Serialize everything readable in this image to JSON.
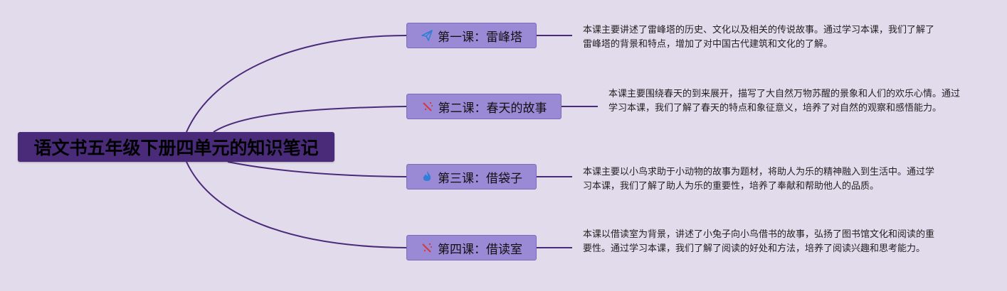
{
  "colors": {
    "background": "#e2dbec",
    "root_fill": "#4a2b7a",
    "node_fill": "#9a8ad6",
    "connector": "#4a2b7a"
  },
  "root": {
    "title": "语文书五年级下册四单元的知识笔记"
  },
  "lessons": [
    {
      "icon": "paper-plane-icon",
      "title": "第一课：雷峰塔",
      "note": "本课主要讲述了雷峰塔的历史、文化以及相关的传说故事。通过学习本课，我们了解了雷峰塔的背景和特点，增加了对中国古代建筑和文化的了解。"
    },
    {
      "icon": "magic-wand-icon",
      "title": "第二课：春天的故事",
      "note": "本课主要围绕春天的到来展开，描写了大自然万物苏醒的景象和人们的欢乐心情。通过学习本课，我们了解了春天的特点和象征意义，培养了对自然的观察和感悟能力。"
    },
    {
      "icon": "flame-icon",
      "title": "第三课：借袋子",
      "note": "本课主要以小鸟求助于小动物的故事为题材，将助人为乐的精神融入到生活中。通过学习本课，我们了解了助人为乐的重要性，培养了奉献和帮助他人的品质。"
    },
    {
      "icon": "magic-wand-icon",
      "title": "第四课：借读室",
      "note": "本课以借读室为背景，讲述了小兔子向小鸟借书的故事，弘扬了图书馆文化和阅读的重要性。通过学习本课，我们了解了阅读的好处和方法，培养了阅读兴趣和思考能力。"
    }
  ]
}
